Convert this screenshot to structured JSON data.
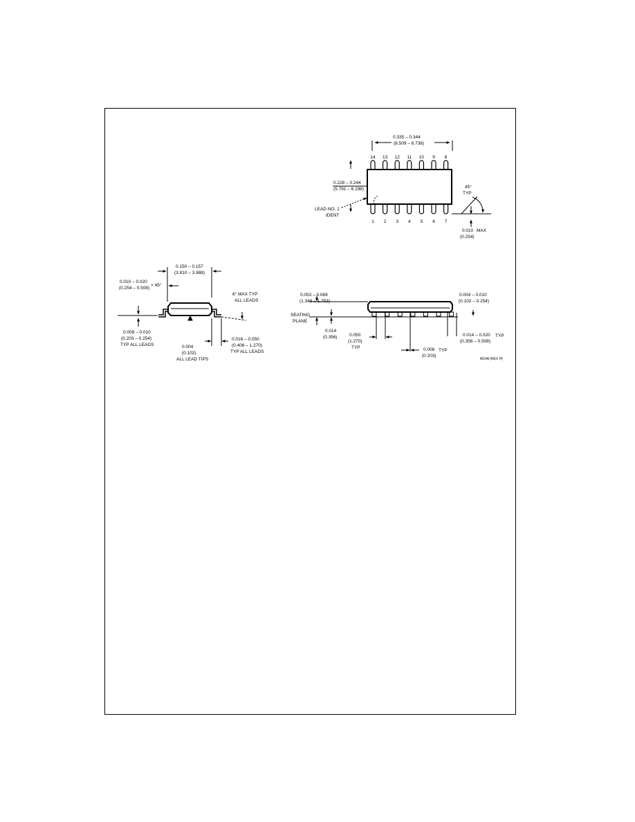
{
  "top_view": {
    "body_length": "0.335 – 0.344",
    "body_length_mm": "(8.509 – 8.738)",
    "top_pins": [
      "14",
      "13",
      "12",
      "11",
      "10",
      "9",
      "8"
    ],
    "bottom_pins": [
      "1",
      "2",
      "3",
      "4",
      "5",
      "6",
      "7"
    ],
    "width": "0.228 – 0.244",
    "width_mm": "(5.791 – 6.198)",
    "lead1_label": "LEAD NO. 1",
    "lead1_ident": "IDENT",
    "angle": "45°",
    "angle_typ": "TYP",
    "max_dim": "0.010",
    "max_label": "MAX",
    "max_dim_mm": "(0.254)"
  },
  "end_view": {
    "height": "0.150 – 0.157",
    "height_mm": "(3.810 – 3.988)",
    "chamfer": "0.010 – 0.020",
    "chamfer_mm": "(0.254 – 0.508)",
    "chamfer_angle": "× 45°",
    "angle_max": "8° MAX TYP",
    "all_leads": "ALL LEADS",
    "lead_thk": "0.008 – 0.010",
    "lead_thk_mm": "(0.203 – 0.254)",
    "typ_all_leads": "TYP ALL LEADS",
    "tip": "0.004",
    "tip_mm": "(0.102)",
    "all_lead_tips": "ALL LEAD TIPS",
    "foot": "0.016 – 0.050",
    "foot_mm": "(0.406 – 1.270)",
    "foot_typ": "TYP ALL LEADS"
  },
  "side_view": {
    "overall_height": "0.053 – 0.069",
    "overall_height_mm": "(1.346 – 1.753)",
    "standoff": "0.004 – 0.010",
    "standoff_mm": "(0.102 – 0.254)",
    "seating_1": "SEATING",
    "seating_2": "PLANE",
    "lead_w": "0.014",
    "lead_w_mm": "(0.356)",
    "pitch": "0.050",
    "pitch_mm": "(1.270)",
    "pitch_typ": "TYP",
    "lead_range": "0.014 – 0.020",
    "lead_range_mm": "(0.356 – 0.508)",
    "lead_range_typ": "TYP",
    "shoulder": "0.008",
    "shoulder_mm": "(0.203)",
    "shoulder_typ": "TYP"
  },
  "drawing_ref": "M14A (REV H)"
}
